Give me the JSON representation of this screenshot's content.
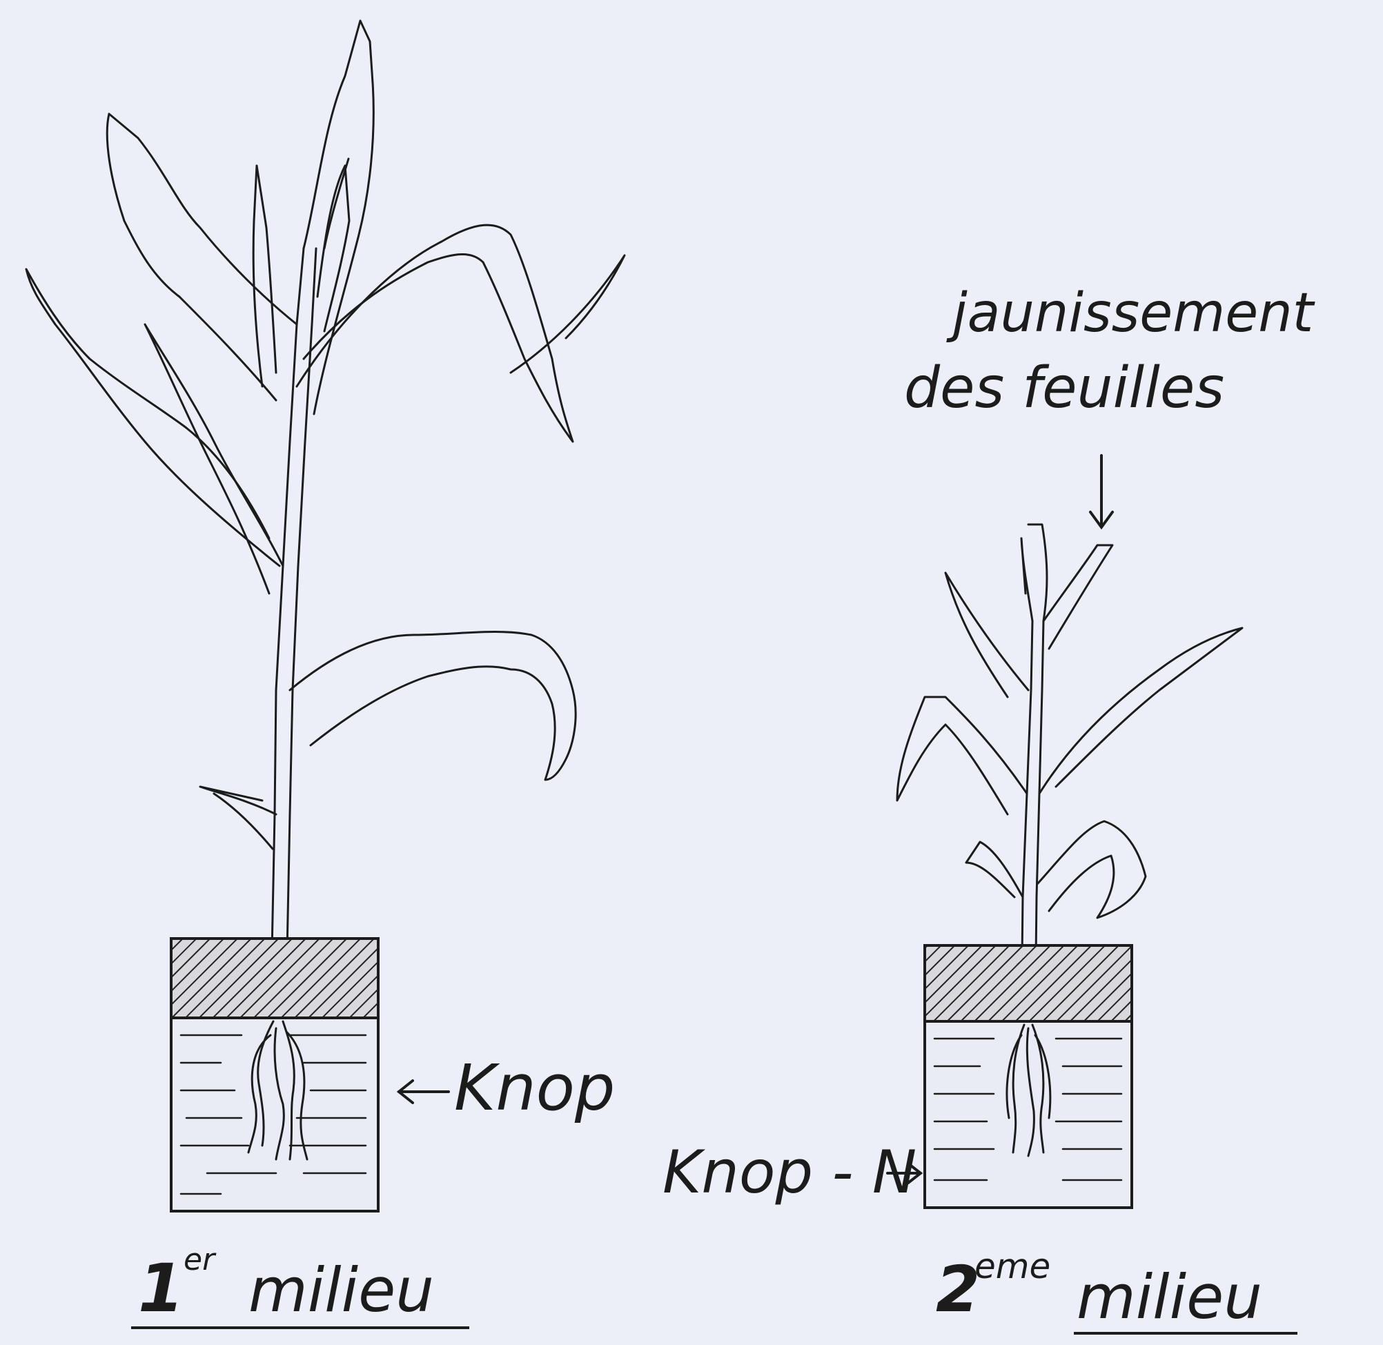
{
  "left_setup": {
    "medium_label": "Knop",
    "caption_number": "1",
    "caption_superscript": "er",
    "caption_word": "milieu"
  },
  "right_setup": {
    "annotation_line1": "jaunissement",
    "annotation_line2": "des feuilles",
    "medium_label": "Knop - N",
    "caption_number": "2",
    "caption_superscript": "eme",
    "caption_word": "milieu"
  },
  "colors": {
    "background": "#eceff7",
    "ink": "#1c1c1c"
  }
}
